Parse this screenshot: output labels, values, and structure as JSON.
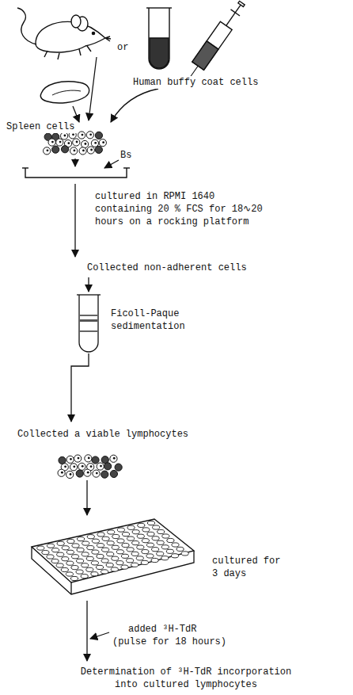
{
  "diagram": {
    "labels": [
      "or",
      "Human buffy coat cells",
      "Spleen cells",
      "Bs",
      "cultured in RPMI 1640 containing 20 % FCS for 18∿20 hours on a rocking platform",
      "Collected non-adherent cells",
      "Ficoll-Paque sedimentation",
      "Collected a viable lymphocytes",
      "cultured for 3 days",
      "added ³H-TdR (pulse for 18 hours)",
      "Determination of ³H-TdR incorporation into cultured lymphocytes"
    ]
  }
}
